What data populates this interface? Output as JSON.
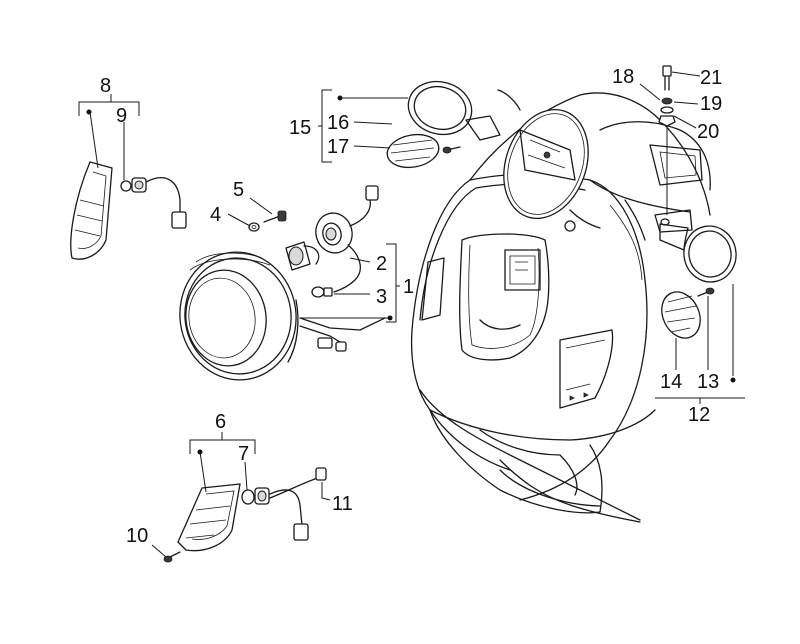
{
  "callouts": {
    "c1": "1",
    "c2": "2",
    "c3": "3",
    "c4": "4",
    "c5": "5",
    "c6": "6",
    "c7": "7",
    "c8": "8",
    "c9": "9",
    "c10": "10",
    "c11": "11",
    "c12": "12",
    "c13": "13",
    "c14": "14",
    "c15": "15",
    "c16": "16",
    "c17": "17",
    "c18": "18",
    "c19": "19",
    "c20": "20",
    "c21": "21"
  },
  "colors": {
    "line": "#1a1a1a",
    "background": "#ffffff",
    "shade": "#d9d9d9"
  }
}
